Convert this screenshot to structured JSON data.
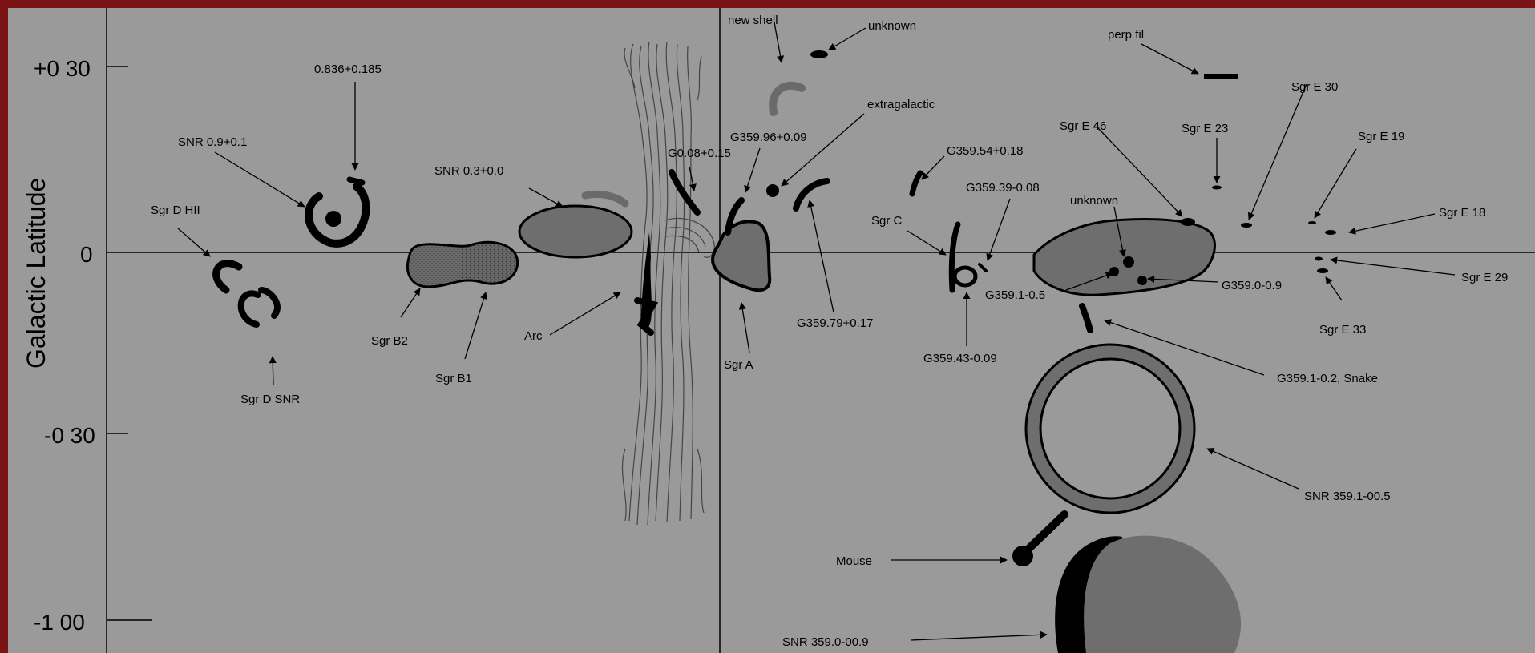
{
  "figure": {
    "y_axis_label": "Galactic Latitude",
    "y_ticks": [
      "+0 30",
      "0",
      "-0 30",
      "-1 00"
    ],
    "colors": {
      "frame": "#7a1414",
      "panel": "#9a9a9a",
      "ink": "#000000",
      "shaded": "#6e6e6e",
      "stipple": "#555555"
    }
  },
  "labels": {
    "new_shell": "new shell",
    "unknown_top": "unknown",
    "perp_fil": "perp fil",
    "sgr_e30": "Sgr E 30",
    "pos_0836": "0.836+0.185",
    "extragalactic": "extragalactic",
    "sgr_e46": "Sgr E 46",
    "sgr_e23": "Sgr E 23",
    "sgr_e19": "Sgr E 19",
    "snr_09": "SNR 0.9+0.1",
    "g35996": "G359.96+0.09",
    "g35954": "G359.54+0.18",
    "snr_03": "SNR 0.3+0.0",
    "g008": "G0.08+0.15",
    "g35939": "G359.39-0.08",
    "sgr_d_hii": "Sgr D HII",
    "unknown_mid": "unknown",
    "sgr_e18": "Sgr E 18",
    "sgr_c": "Sgr C",
    "sgr_e29": "Sgr E 29",
    "g3590_09": "G359.0-0.9",
    "sgr_b2": "Sgr B2",
    "g3591_05": "G359.1-0.5",
    "arc": "Arc",
    "g35979": "G359.79+0.17",
    "sgr_e33": "Sgr E 33",
    "g35943": "G359.43-0.09",
    "sgr_a": "Sgr A",
    "sgr_b1": "Sgr B1",
    "snake": "G359.1-0.2, Snake",
    "sgr_d_snr": "Sgr D SNR",
    "snr_3591": "SNR 359.1-00.5",
    "mouse": "Mouse",
    "snr_3590": "SNR 359.0-00.9"
  }
}
